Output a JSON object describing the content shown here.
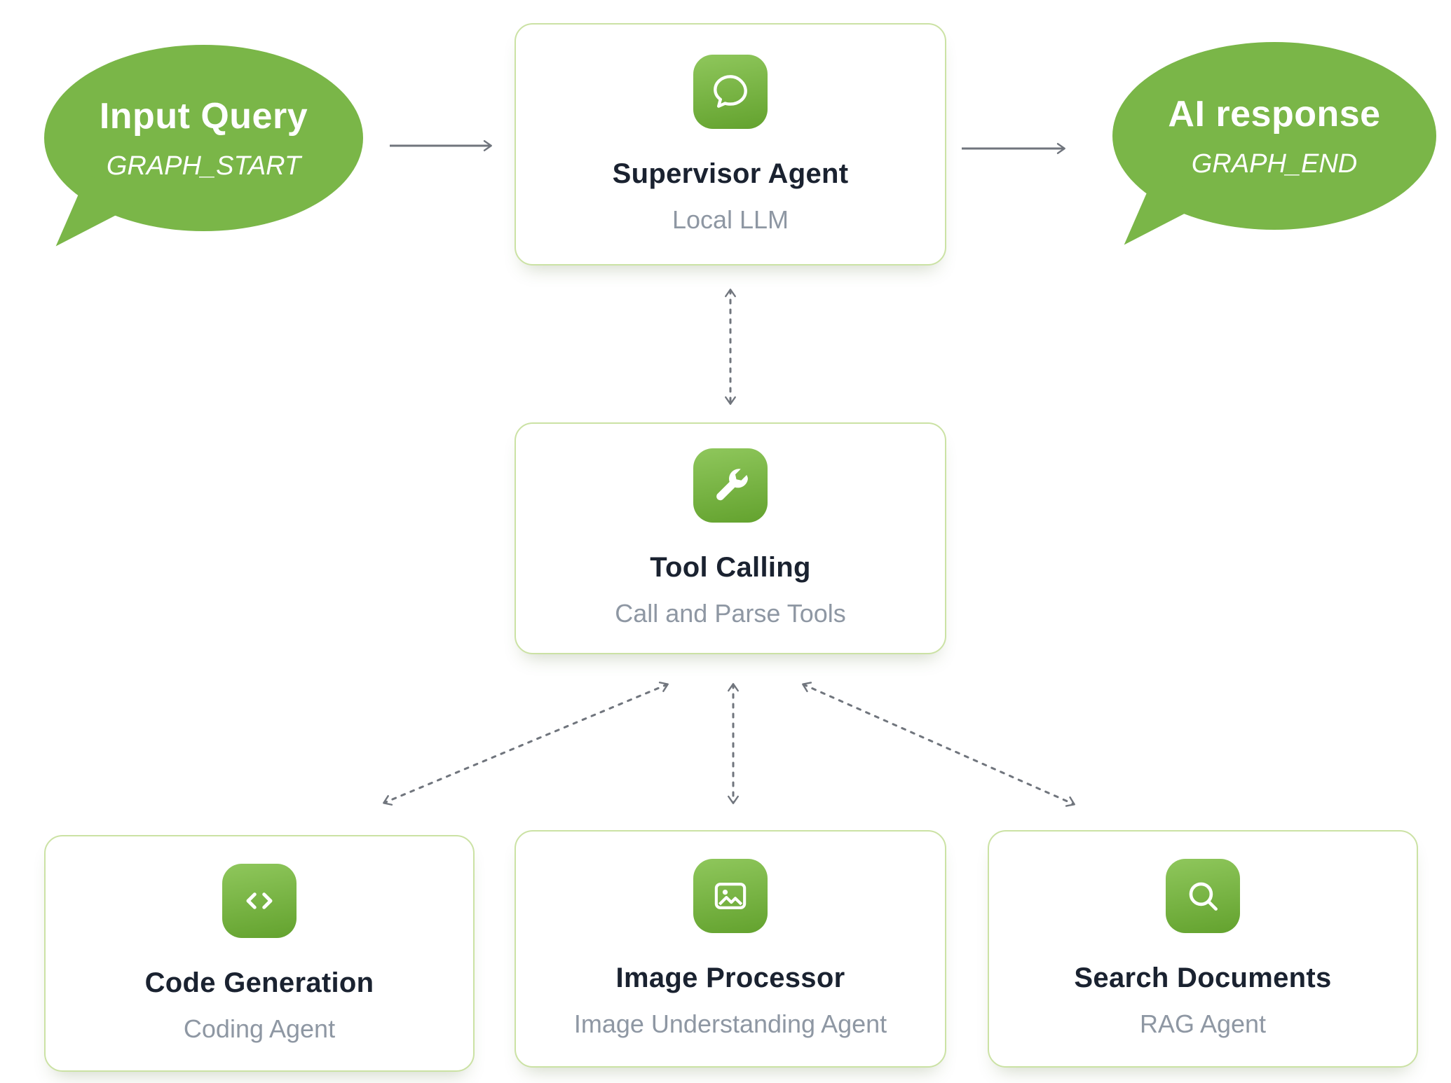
{
  "diagram": {
    "start_bubble": {
      "title": "Input Query",
      "subtitle": "GRAPH_START"
    },
    "end_bubble": {
      "title": "AI response",
      "subtitle": "GRAPH_END"
    },
    "nodes": {
      "supervisor": {
        "title": "Supervisor Agent",
        "subtitle": "Local LLM",
        "icon": "chat-bubble-icon"
      },
      "tool_calling": {
        "title": "Tool Calling",
        "subtitle": "Call and Parse Tools",
        "icon": "wrench-icon"
      },
      "code_generation": {
        "title": "Code Generation",
        "subtitle": "Coding Agent",
        "icon": "code-brackets-icon"
      },
      "image_processor": {
        "title": "Image Processor",
        "subtitle": "Image Understanding Agent",
        "icon": "image-icon"
      },
      "search_documents": {
        "title": "Search Documents",
        "subtitle": "RAG Agent",
        "icon": "magnifier-icon"
      }
    },
    "edges": [
      {
        "from": "input_query",
        "to": "supervisor_agent",
        "style": "solid",
        "direction": "one-way"
      },
      {
        "from": "supervisor_agent",
        "to": "ai_response",
        "style": "solid",
        "direction": "one-way"
      },
      {
        "from": "supervisor_agent",
        "to": "tool_calling",
        "style": "dashed",
        "direction": "two-way"
      },
      {
        "from": "tool_calling",
        "to": "code_generation",
        "style": "dashed",
        "direction": "two-way"
      },
      {
        "from": "tool_calling",
        "to": "image_processor",
        "style": "dashed",
        "direction": "two-way"
      },
      {
        "from": "tool_calling",
        "to": "search_documents",
        "style": "dashed",
        "direction": "two-way"
      }
    ],
    "colors": {
      "green": "#7ab648",
      "icon_gradient_top": "#8fc75c",
      "icon_gradient_bottom": "#63a22e",
      "card_border": "#cbe2a4",
      "title_text": "#1a2230",
      "subtitle_text": "#8e97a3",
      "arrow": "#70757d",
      "background": "#ffffff"
    }
  }
}
